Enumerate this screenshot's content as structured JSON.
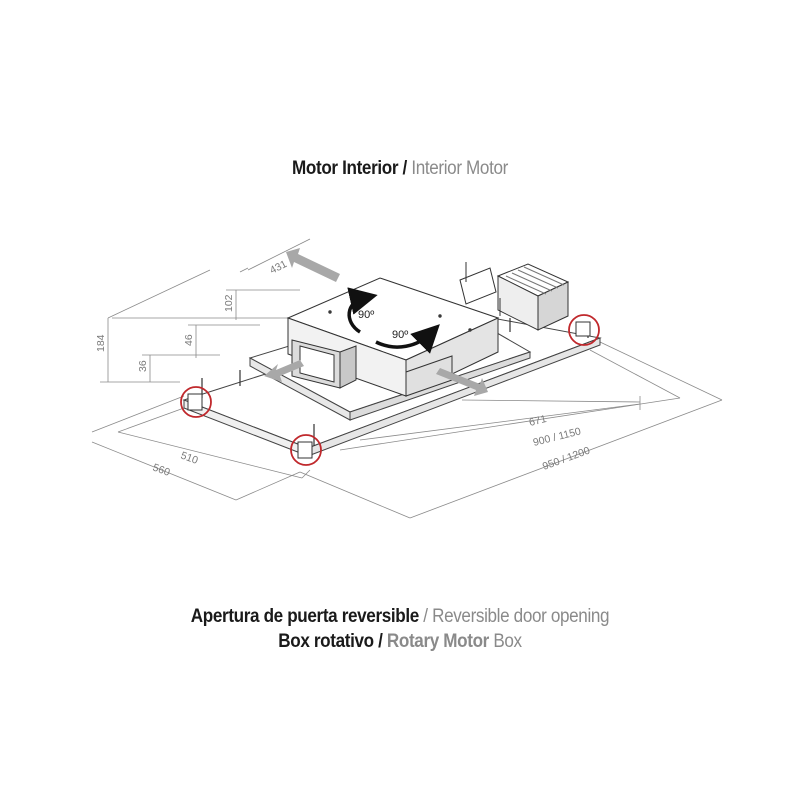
{
  "title": {
    "es": "Motor Interior",
    "sep": " / ",
    "en": "Interior Motor"
  },
  "captions": {
    "door_es": "Apertura de puerta reversible",
    "door_sep": " / ",
    "door_en": "Reversible door opening",
    "box_es": "Box rotativo",
    "box_sep": " / ",
    "box_en_bold": "Rotary Motor",
    "box_en_rest": " Box"
  },
  "dimensions": {
    "d431": "431",
    "d102": "102",
    "d184": "184",
    "d46": "46",
    "d36": "36",
    "d510": "510",
    "d560": "560",
    "d671": "671",
    "d900": "900 / 1150",
    "d950": "950 / 1200"
  },
  "rotation_labels": {
    "vertical": "90º",
    "horizontal": "90º"
  },
  "colors": {
    "line": "#555555",
    "dim_line": "#8a8a8a",
    "highlight_circle": "#c0282c",
    "arrow": "#a8a8a8"
  }
}
